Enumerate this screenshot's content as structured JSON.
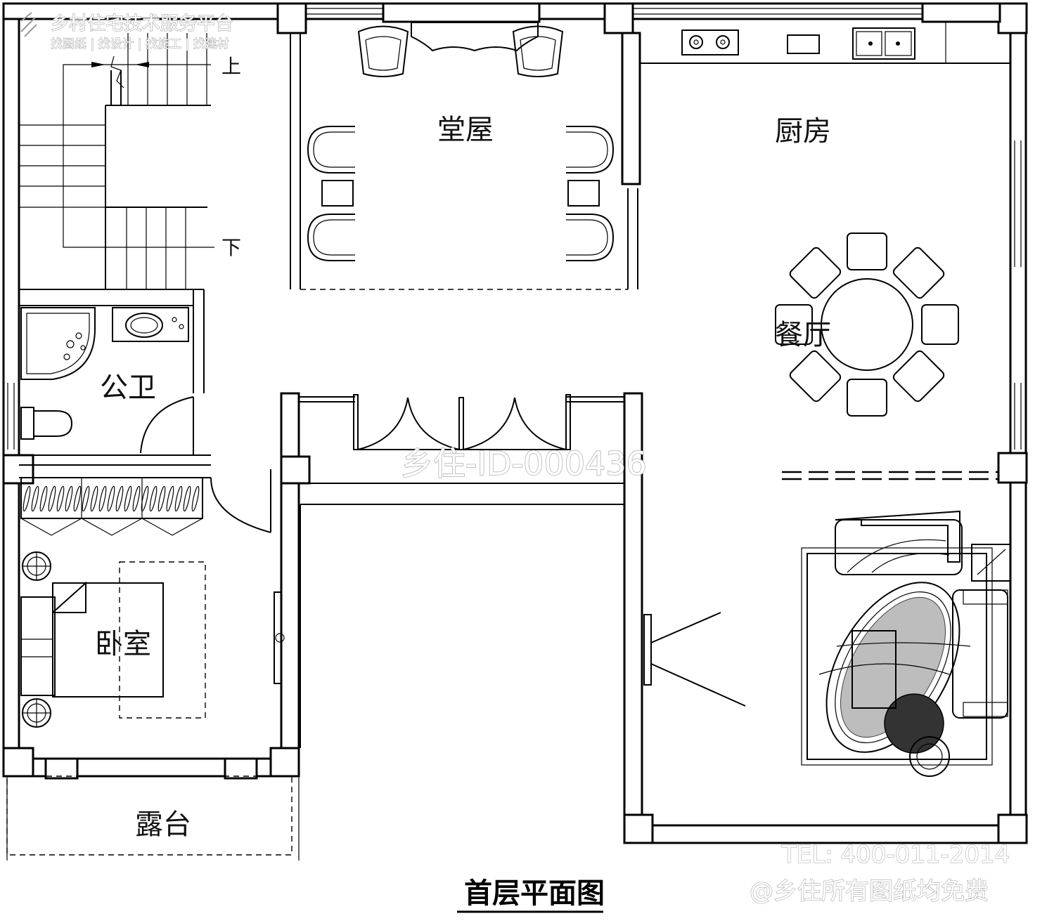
{
  "drawing": {
    "title": "首层平面图",
    "rooms": {
      "hall": "堂屋",
      "kitchen": "厨房",
      "dining": "餐厅",
      "bathroom": "公卫",
      "bedroom": "卧室",
      "terrace": "露台"
    },
    "stair_labels": {
      "up": "上",
      "down": "下"
    }
  },
  "watermarks": {
    "platform": "乡村住宅技术服务平台",
    "services": "找图纸 | 找设计 | 找施工 | 找建材",
    "design_id": "乡住-ID-000436",
    "phone": "TEL: 400-011-2014",
    "free_notice": "@乡住所有图纸均免费"
  }
}
